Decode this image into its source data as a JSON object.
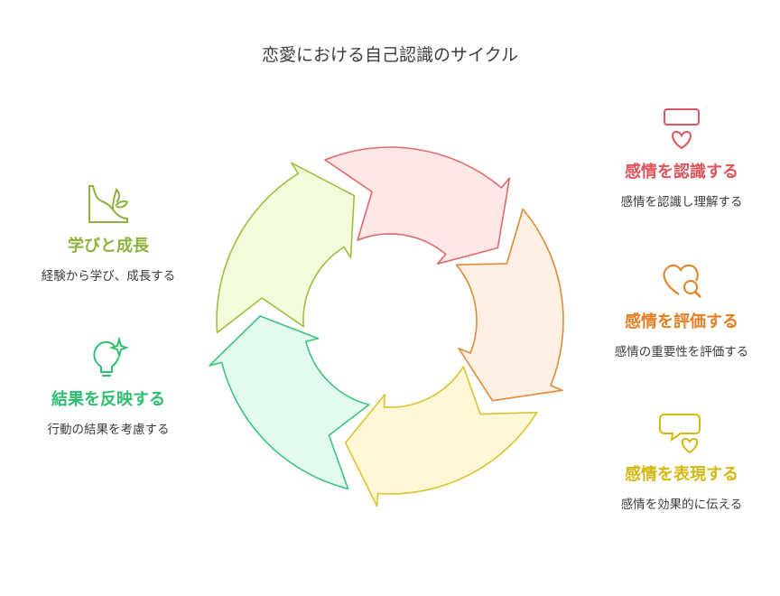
{
  "title": "恋愛における自己認識のサイクル",
  "stages": [
    {
      "heading": "感情を認識する",
      "desc": "感情を認識し理解する",
      "color": "#e0555c",
      "icon": "speech-heart-icon"
    },
    {
      "heading": "感情を評価する",
      "desc": "感情の重要性を評価する",
      "color": "#e67e22",
      "icon": "heart-magnifier-icon"
    },
    {
      "heading": "感情を表現する",
      "desc": "感情を効果的に伝える",
      "color": "#d4b80f",
      "icon": "chat-heart-icon"
    },
    {
      "heading": "結果を反映する",
      "desc": "行動の結果を考慮する",
      "color": "#2fbf71",
      "icon": "lightbulb-icon"
    },
    {
      "heading": "学びと成長",
      "desc": "経験から学び、成長する",
      "color": "#8db33a",
      "icon": "sprout-icon"
    }
  ],
  "segments": [
    {
      "fill": "#fde7e7",
      "stroke": "#e06a6a"
    },
    {
      "fill": "#fef0e2",
      "stroke": "#e08a3c"
    },
    {
      "fill": "#fdf7d6",
      "stroke": "#d9c430"
    },
    {
      "fill": "#e2fbee",
      "stroke": "#3cc57f"
    },
    {
      "fill": "#f2fbdc",
      "stroke": "#9cc13e"
    }
  ]
}
